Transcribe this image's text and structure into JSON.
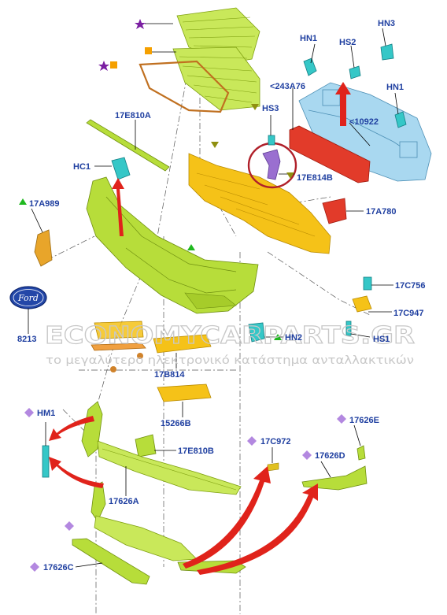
{
  "labels": {
    "hn1_top": "HN1",
    "hs2": "HS2",
    "hn3": "HN3",
    "a243a76": "<243A76",
    "hn1_right": "HN1",
    "hs3": "HS3",
    "b10922": "<10922",
    "e17e810a": "17E810A",
    "hc1": "HC1",
    "e17e814b": "17E814B",
    "a17a989": "17A989",
    "a17a780": "17A780",
    "c17c756": "17C756",
    "c17c947": "17C947",
    "n8213": "8213",
    "hn2": "HN2",
    "hs1": "HS1",
    "b17b814": "17B814",
    "n15266b": "15266B",
    "hm1": "HM1",
    "e17e810b": "17E810B",
    "c17c972": "17C972",
    "e17626e": "17626E",
    "d17626d": "17626D",
    "a17626a": "17626A",
    "c17626c": "17626C"
  },
  "logo_text": "Ford",
  "watermark": {
    "brand": "ECONOMYCARPARTS.GR",
    "tagline": "το μεγαλύτερο ηλεκτρονικό κατάστημα ανταλλακτικών"
  },
  "colors": {
    "label": "#1f3fa0",
    "marker_purple": "#7b1fa2",
    "marker_orange": "#f5a000",
    "marker_olive": "#8f8f10",
    "marker_green": "#1fb81f",
    "marker_lilac": "#b388e0",
    "arrow": "#e0231b",
    "highlight_ring": "#b0202a"
  },
  "icons": {
    "star": "star-icon",
    "square": "square-icon",
    "triangle_down": "triangle-down-icon",
    "triangle_up": "triangle-up-icon",
    "diamond": "diamond-icon"
  }
}
